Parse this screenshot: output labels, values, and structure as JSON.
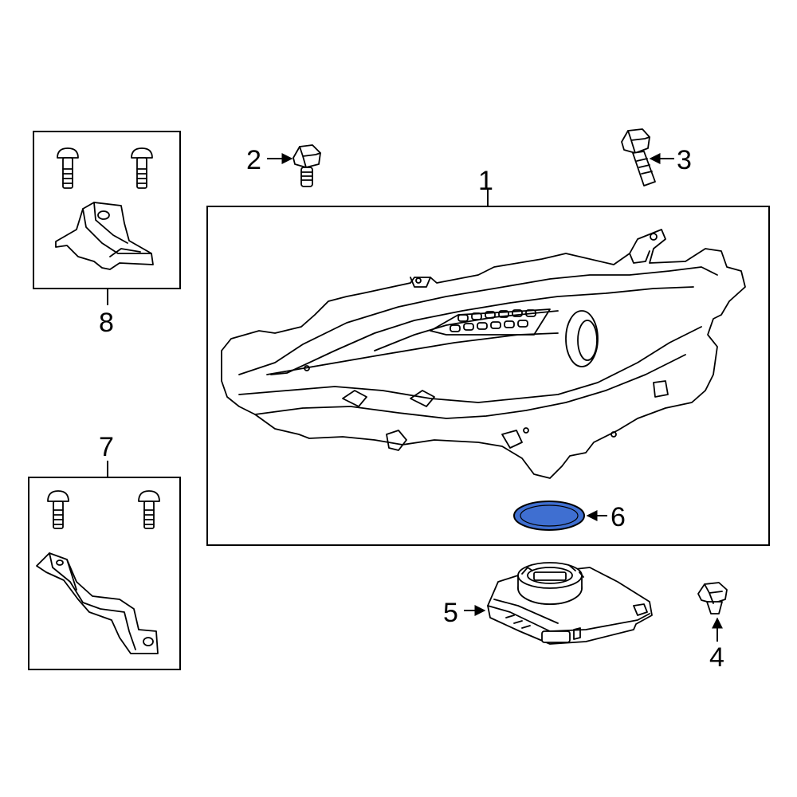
{
  "callouts": {
    "c1": "1",
    "c2": "2",
    "c3": "3",
    "c4": "4",
    "c5": "5",
    "c6": "6",
    "c7": "7",
    "c8": "8"
  },
  "colors": {
    "highlight_fill": "#3f6fd1",
    "highlight_stroke": "#000000",
    "line": "#000000",
    "background": "#ffffff"
  },
  "highlighted_part": "6"
}
